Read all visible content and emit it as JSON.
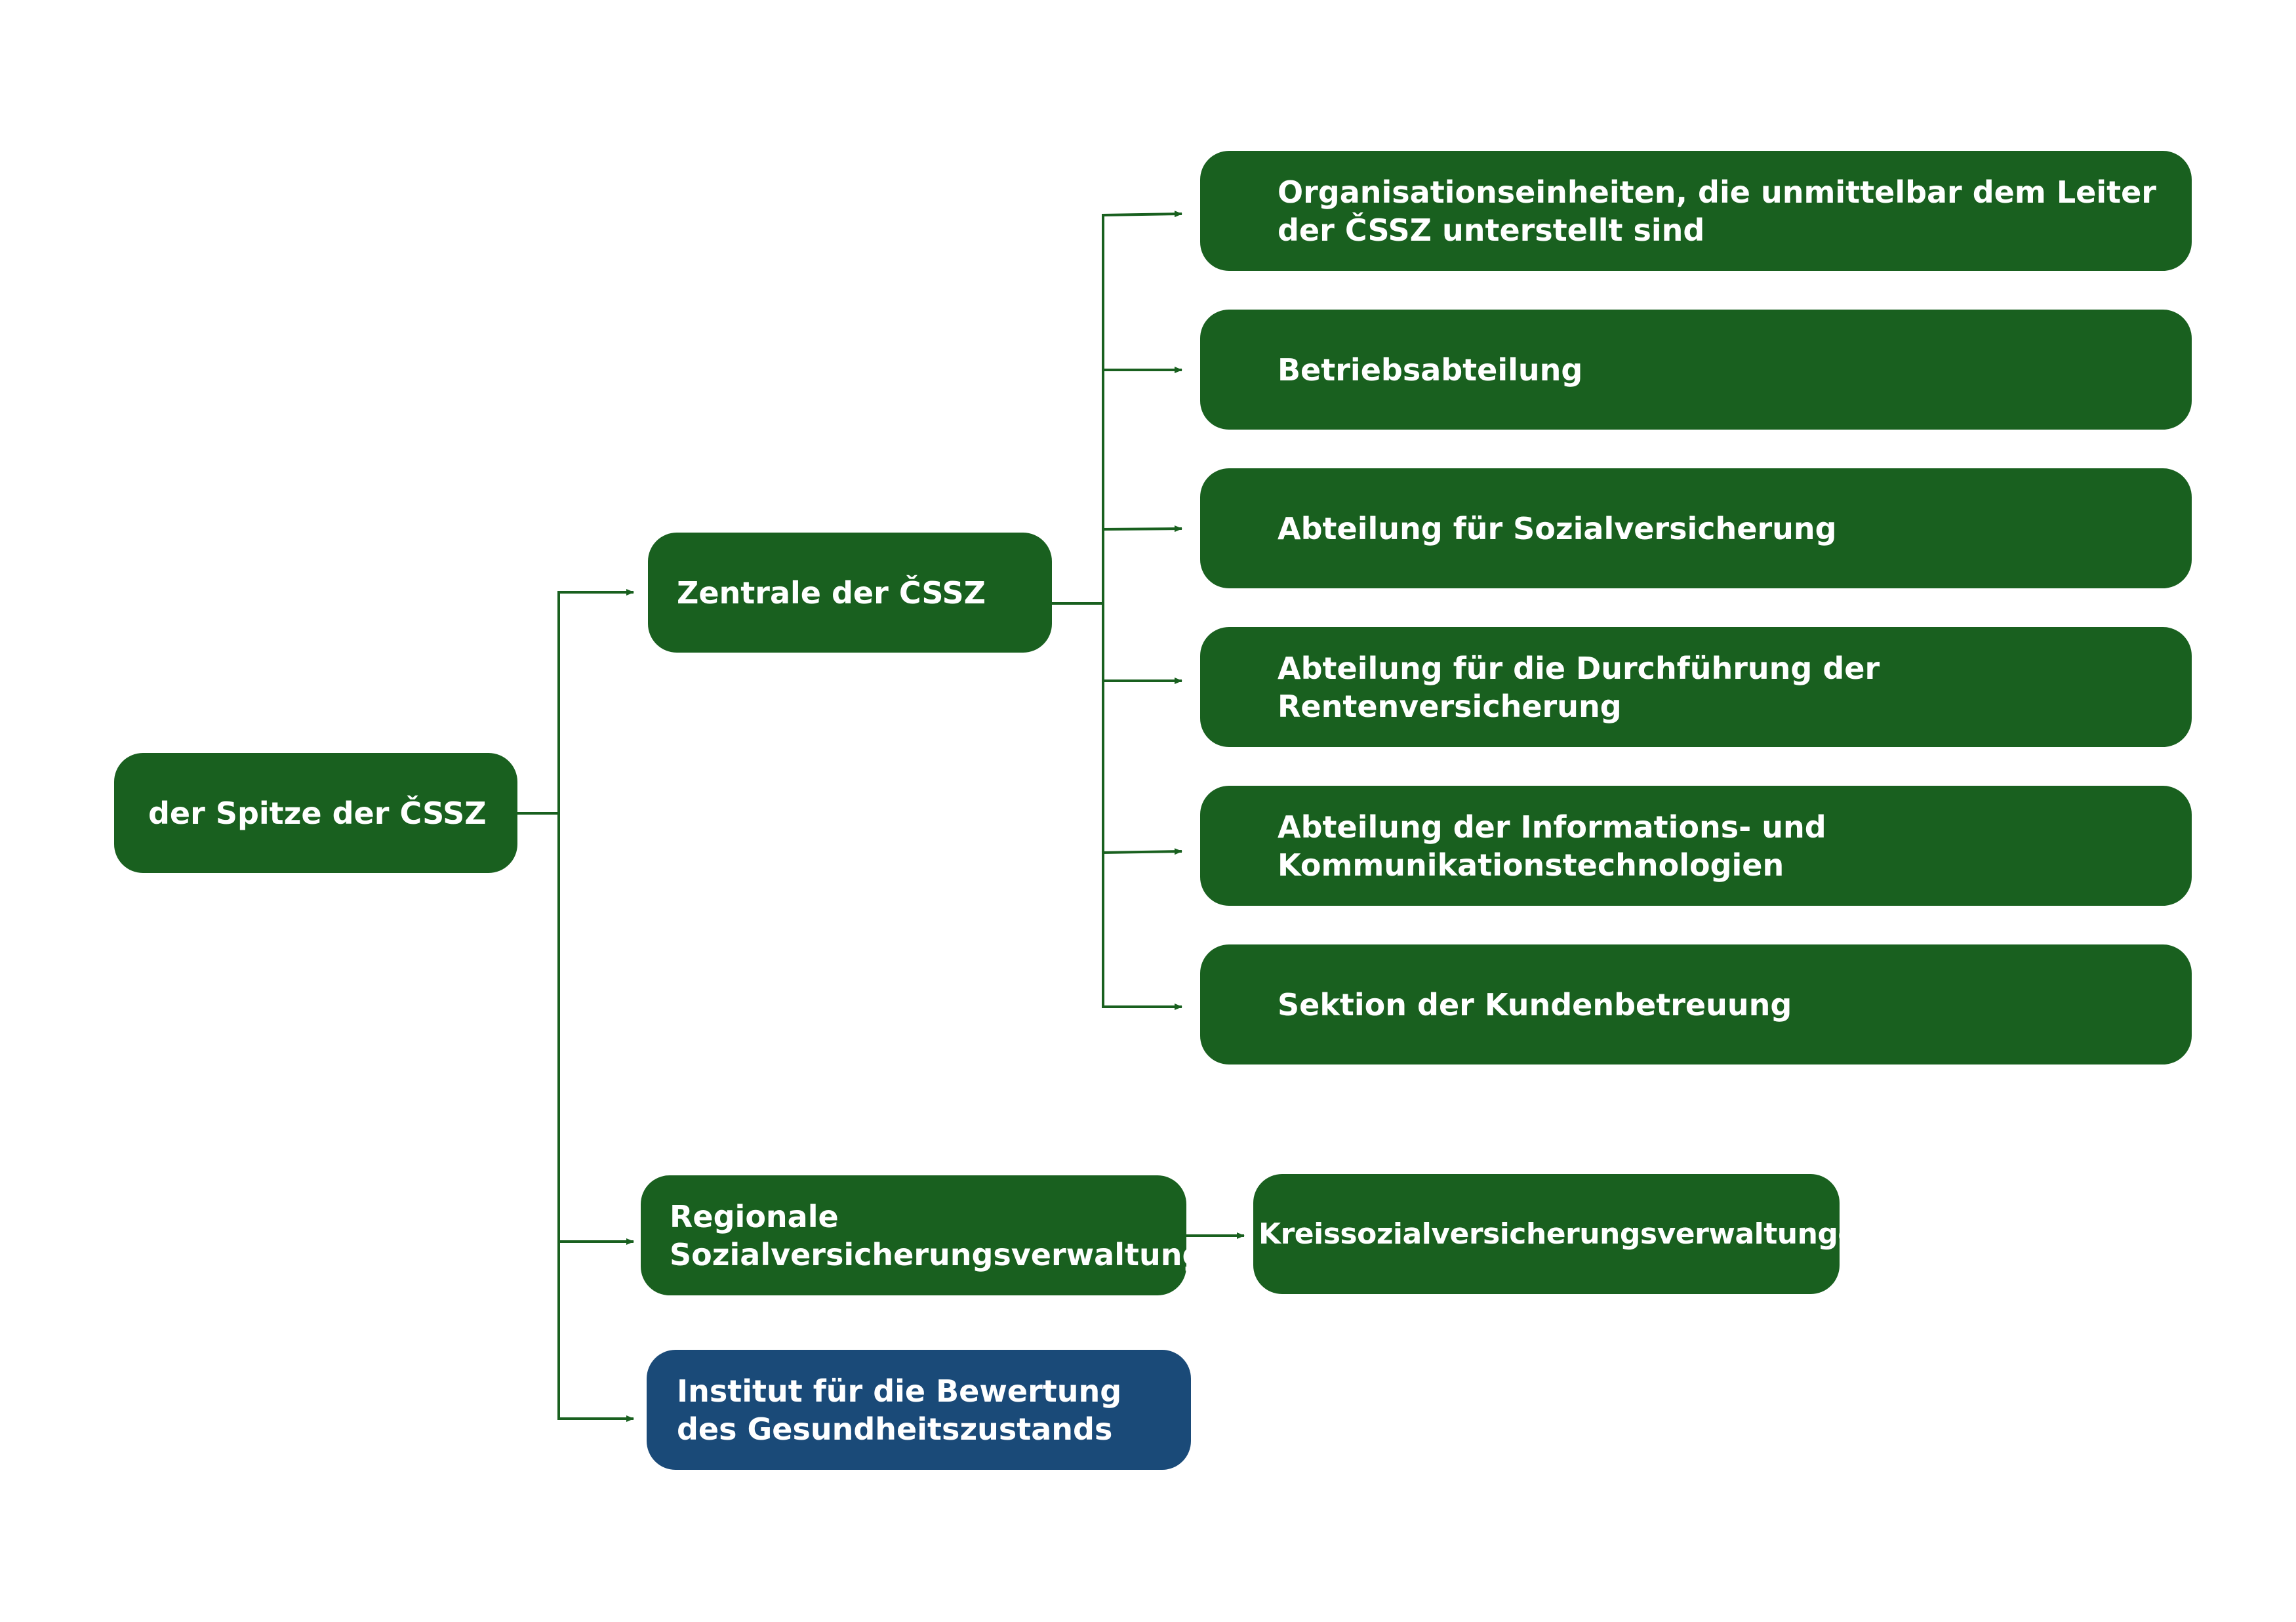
{
  "colors": {
    "box_green": "#19601f",
    "box_blue": "#1a4a78",
    "connector": "#19601f",
    "background": "#ffffff"
  },
  "nodes": {
    "root": "der Spitze der ČSSZ",
    "zentrale": "Zentrale der ČSSZ",
    "regional": "Regionale\nSozialversicherungsverwaltungen",
    "kreis": "Kreissozialversicherungsverwaltungen",
    "institut": "Institut für die Bewertung\ndes Gesundheitszustands",
    "departments": [
      "Organisationseinheiten, die unmittelbar dem Leiter\nder ČSSZ unterstellt sind",
      "Betriebsabteilung",
      "Abteilung für Sozialversicherung",
      "Abteilung für die Durchführung der Rentenversicherung",
      "Abteilung der Informations- und\nKommunikationstechnologien",
      "Sektion der Kundenbetreuung"
    ]
  }
}
